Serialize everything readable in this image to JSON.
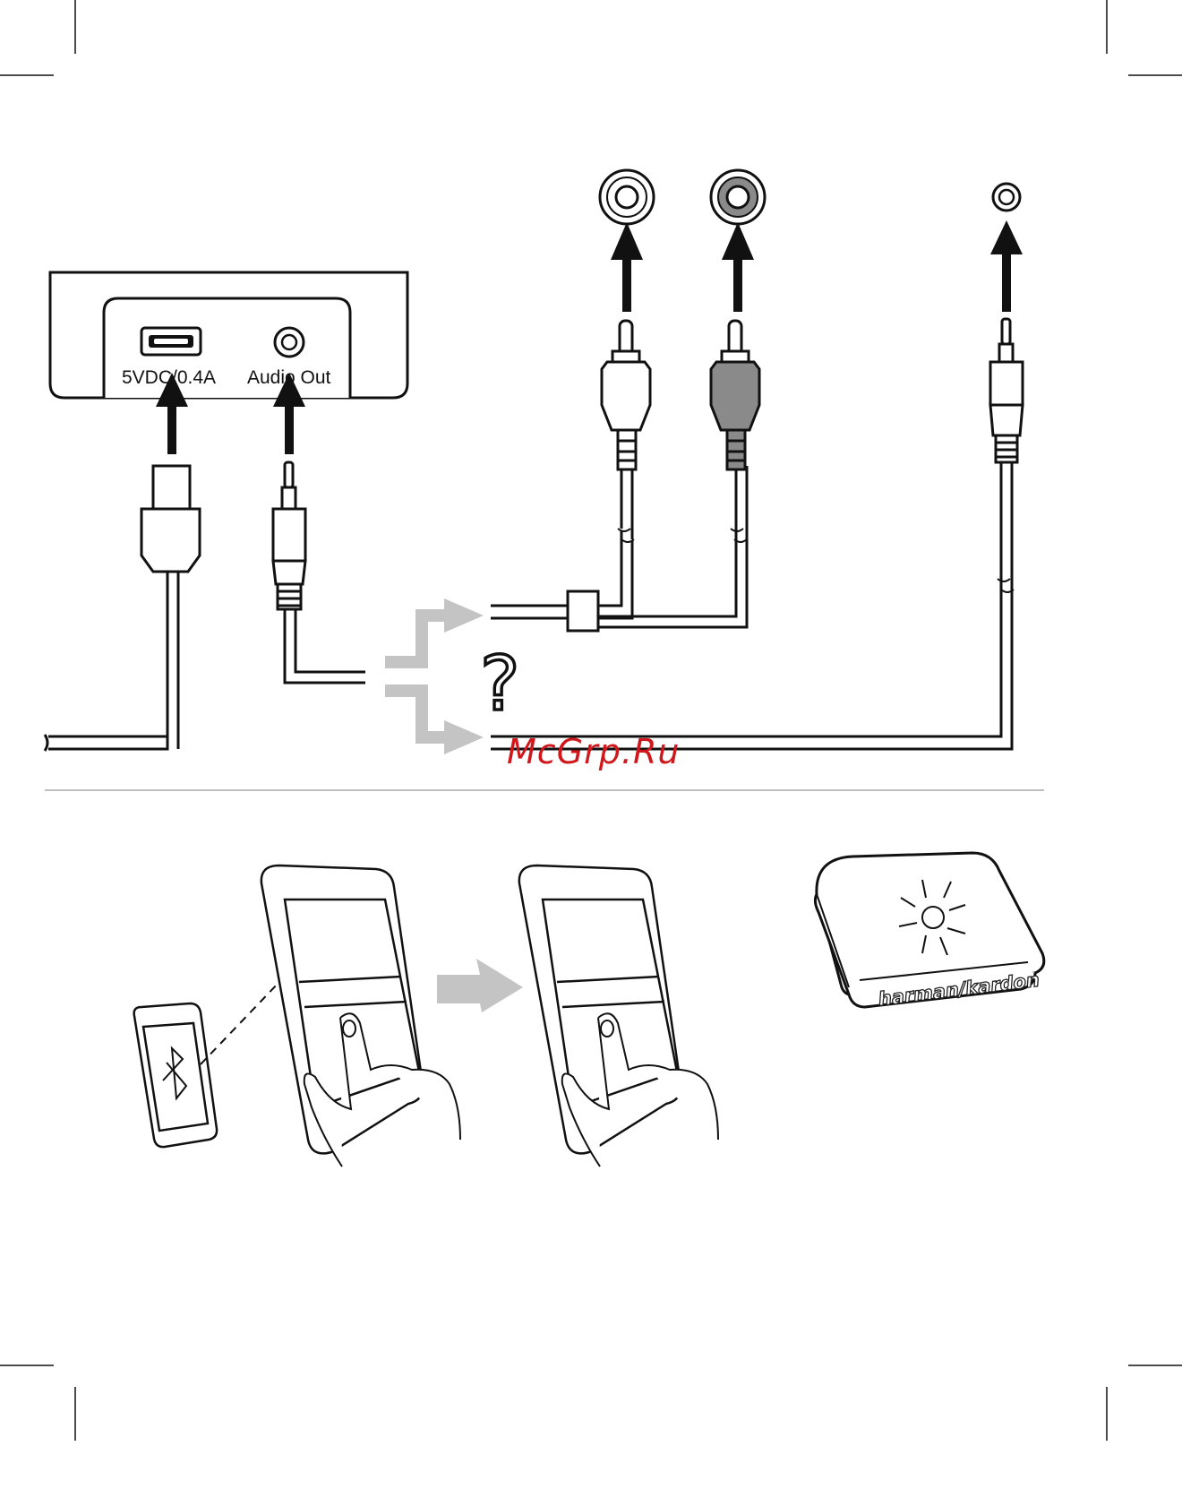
{
  "labels": {
    "power_port": "5VDC/0.4A",
    "audio_port": "Audio Out",
    "question": "?",
    "brand": "harman/kardon",
    "watermark": "McGrp.Ru"
  },
  "colors": {
    "ink": "#111111",
    "gray_arrow": "#c4c4c4",
    "rca_right": "#8a8a8a",
    "watermark": "#d0181c"
  }
}
